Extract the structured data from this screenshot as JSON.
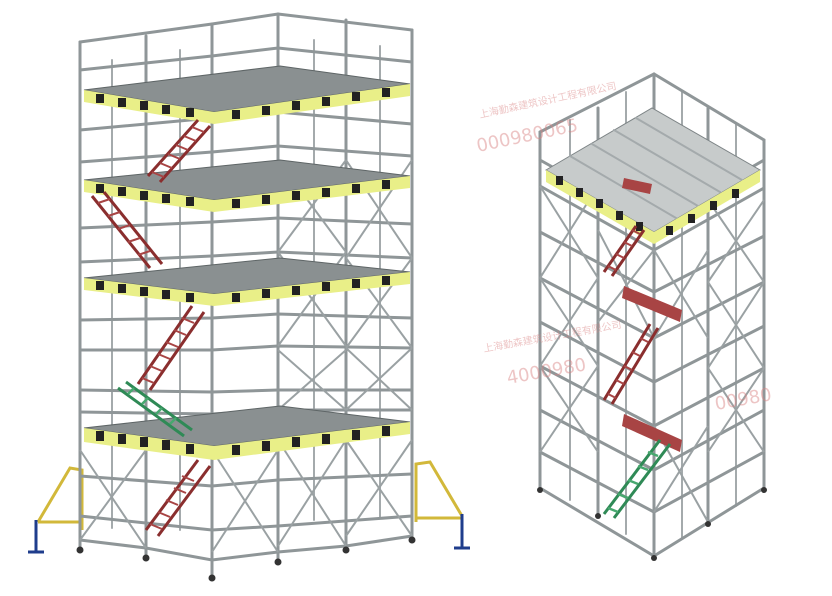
{
  "watermarks": [
    {
      "text": "上海勤森建筑设计工程有限公司"
    },
    {
      "text": "000980065"
    },
    {
      "text": "上海勤森建筑设计工程有限公司"
    },
    {
      "text": "4000980"
    },
    {
      "text": "00980"
    }
  ],
  "colors": {
    "frame": "#8f9698",
    "deck": "#8a9091",
    "toeboard_yellow": "#e9ef88",
    "stair_red": "#8a2e2e",
    "stair_green": "#2f8a56",
    "outrigger": "#d2b83a",
    "jack": "#1f3d8c",
    "watermark": "#d98080"
  }
}
